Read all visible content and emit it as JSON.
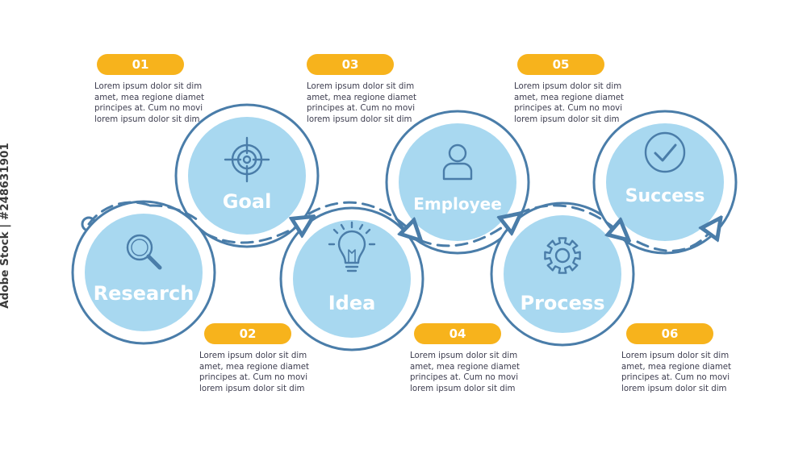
{
  "theme": {
    "ring_color": "#4a7da9",
    "fill_color": "#a8d8f0",
    "accent_color": "#f7b31c",
    "text_color": "#3d3d4f",
    "label_color": "#ffffff"
  },
  "steps": [
    {
      "number": "01",
      "label": "Research",
      "icon": "magnifier-icon",
      "lines": [
        "Lorem ipsum dolor sit dim",
        "amet, mea regione diamet",
        "principes at. Cum no movi",
        "lorem ipsum dolor sit dim"
      ]
    },
    {
      "number": "02",
      "label": "Goal",
      "icon": "target-icon",
      "lines": [
        "Lorem ipsum dolor sit dim",
        "amet, mea regione diamet",
        "principes at. Cum no movi",
        "lorem ipsum dolor sit dim"
      ]
    },
    {
      "number": "03",
      "label": "Idea",
      "icon": "lightbulb-icon",
      "lines": [
        "Lorem ipsum dolor sit dim",
        "amet, mea regione diamet",
        "principes at. Cum no movi",
        "lorem ipsum dolor sit dim"
      ]
    },
    {
      "number": "04",
      "label": "Employee",
      "icon": "person-icon",
      "lines": [
        "Lorem ipsum dolor sit dim",
        "amet, mea regione diamet",
        "principes at. Cum no movi",
        "lorem ipsum dolor sit dim"
      ]
    },
    {
      "number": "05",
      "label": "Process",
      "icon": "gear-icon",
      "lines": [
        "Lorem ipsum dolor sit dim",
        "amet, mea regione diamet",
        "principes at. Cum no movi",
        "lorem ipsum dolor sit dim"
      ]
    },
    {
      "number": "06",
      "label": "Success",
      "icon": "checkmark-icon",
      "lines": [
        "Lorem ipsum dolor sit dim",
        "amet, mea regione diamet",
        "principes at. Cum no movi",
        "lorem ipsum dolor sit dim"
      ]
    }
  ],
  "watermark": {
    "side_text": "Adobe Stock | #248631901"
  }
}
